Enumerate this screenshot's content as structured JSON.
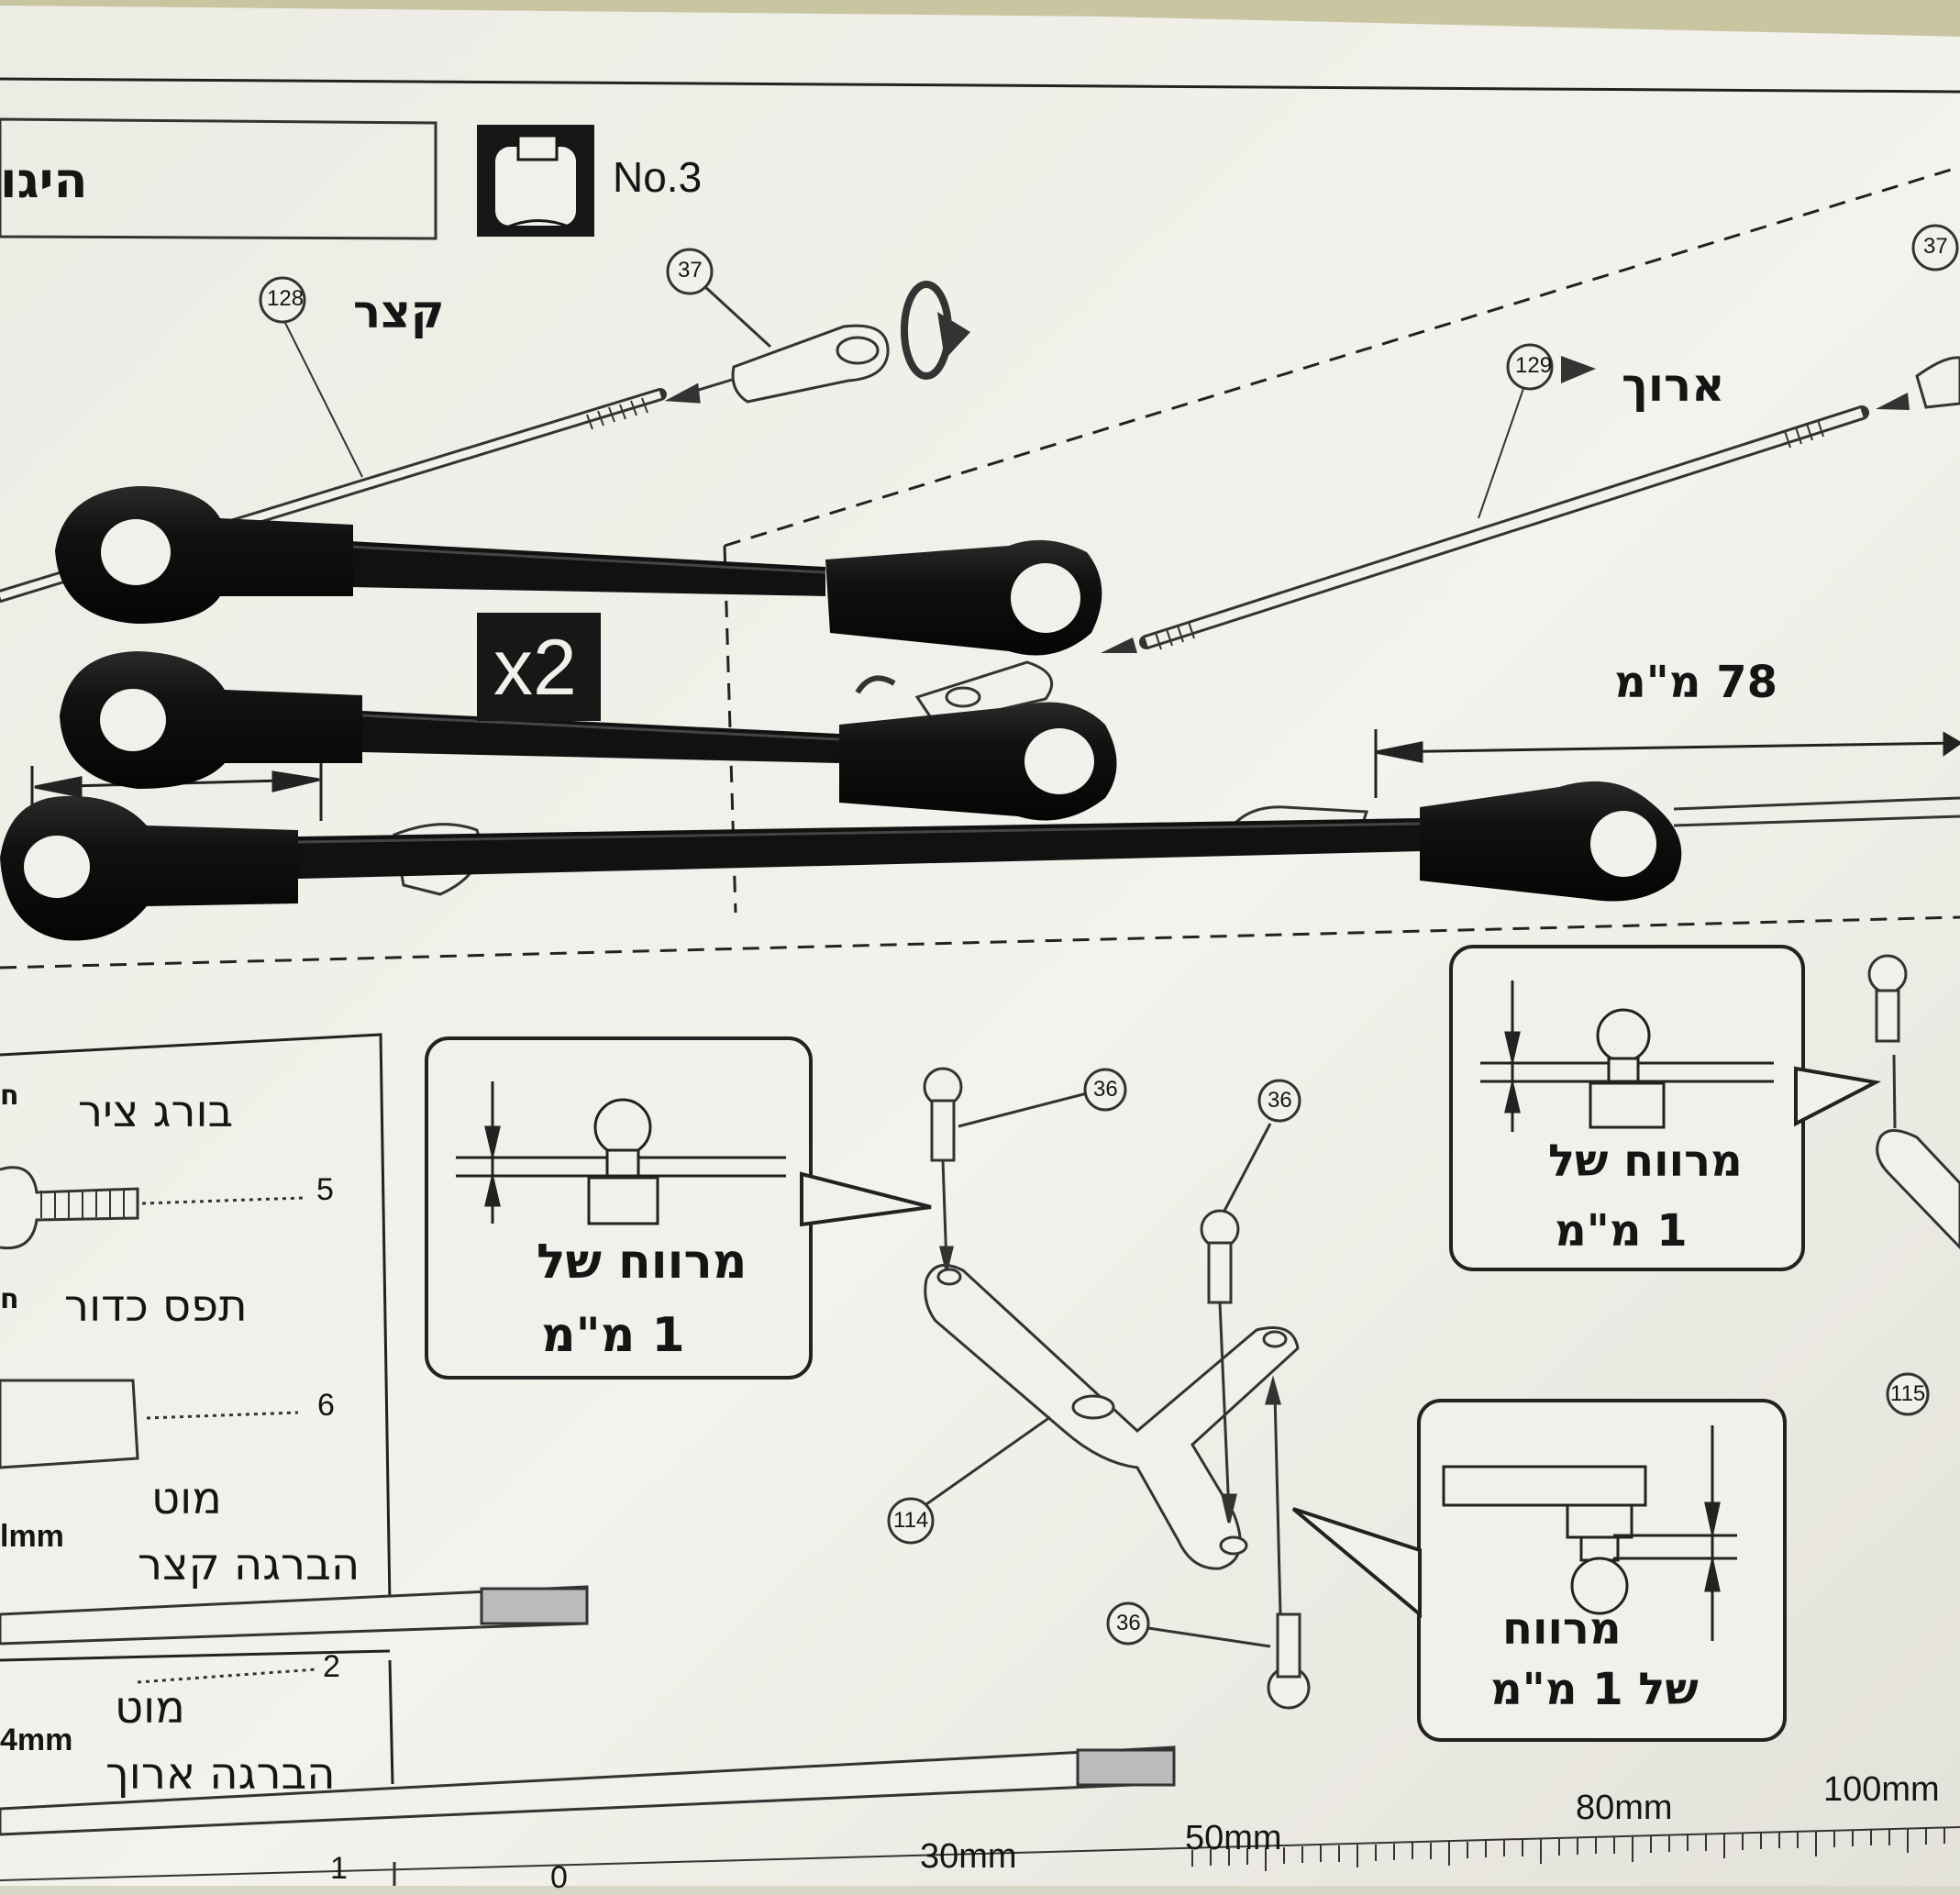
{
  "header": {
    "section_title": "היגו",
    "step_number": "No.3",
    "step_icon": "box-icon",
    "quantity_badge": "x2"
  },
  "parts": {
    "short_rod": {
      "callout": "128",
      "label": "קצר"
    },
    "long_rod": {
      "callout": "129",
      "label": "ארוך"
    },
    "rod_end_left": {
      "callout": "37"
    },
    "rod_end_right": {
      "callout": "37"
    },
    "ball_screw_a": {
      "callout": "36"
    },
    "ball_screw_b": {
      "callout": "36"
    },
    "ball_screw_c": {
      "callout": "36"
    },
    "bellcrank_left": {
      "callout": "114"
    },
    "bellcrank_right": {
      "callout": "115"
    }
  },
  "dimension": {
    "label": "78 מ\"מ"
  },
  "callouts": {
    "left": {
      "line1": "מרווח של",
      "line2": "1 מ\"מ"
    },
    "upper_right": {
      "line1": "מרווח של",
      "line2": "1 מ\"מ"
    },
    "lower_right": {
      "line1": "מרווח",
      "line2": "של 1 מ\"מ"
    }
  },
  "legend": {
    "items": [
      {
        "name": "בורג ציר",
        "index": "5"
      },
      {
        "name": "תפס כדור",
        "index": "6"
      },
      {
        "name_line1": "מוט",
        "name_line2": "הברגה קצר",
        "index": "2"
      },
      {
        "name_line1": "מוט",
        "name_line2": "הברגה ארוך",
        "index": "1"
      }
    ],
    "edge_letters": [
      "ח",
      "ח"
    ],
    "edge_units": [
      "lmm",
      "4mm"
    ]
  },
  "ruler": {
    "labels": [
      "0",
      "30mm",
      "50mm",
      "80mm",
      "100mm"
    ]
  },
  "colors": {
    "paper": "#f1f0ea",
    "ink": "#151515",
    "plastic_rods": "#0d0d0d",
    "table_edge": "#c9c5a0"
  }
}
